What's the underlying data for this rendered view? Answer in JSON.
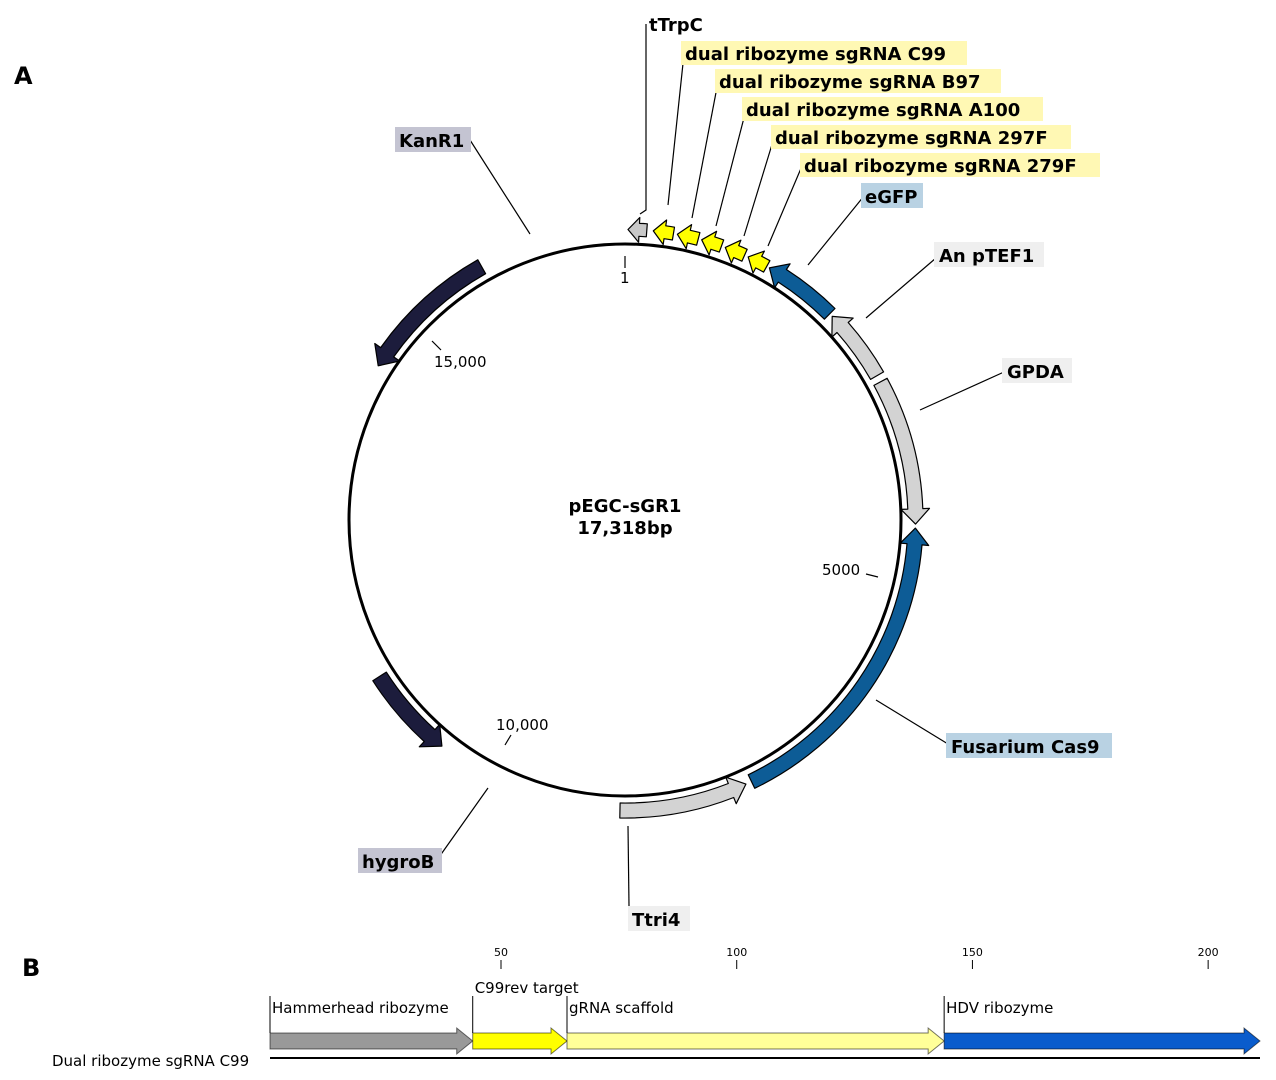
{
  "panel_a": {
    "letter": "A"
  },
  "panel_b": {
    "letter": "B"
  },
  "plasmid": {
    "name": "pEGC-sGR1",
    "size_label": "17,318bp",
    "length_bp": 17318,
    "ticks": [
      {
        "pos": 1,
        "label": "1"
      },
      {
        "pos": 5000,
        "label": "5000"
      },
      {
        "pos": 10000,
        "label": "10,000"
      },
      {
        "pos": 15000,
        "label": "15,000"
      }
    ],
    "features": [
      {
        "id": "tTrpC",
        "label": "tTrpC",
        "color": "#c8c8c8",
        "label_bg": "",
        "label_bold": true
      },
      {
        "id": "sgC99",
        "label": "dual ribozyme sgRNA C99",
        "color": "#ffff00",
        "label_bg": "#fff8b4"
      },
      {
        "id": "sgB97",
        "label": "dual ribozyme sgRNA B97",
        "color": "#ffff00",
        "label_bg": "#fff8b4"
      },
      {
        "id": "sgA100",
        "label": "dual ribozyme sgRNA A100",
        "color": "#ffff00",
        "label_bg": "#fff8b4"
      },
      {
        "id": "sg297F",
        "label": "dual ribozyme sgRNA 297F",
        "color": "#ffff00",
        "label_bg": "#fff8b4"
      },
      {
        "id": "sg279F",
        "label": "dual ribozyme sgRNA 279F",
        "color": "#ffff00",
        "label_bg": "#fff8b4"
      },
      {
        "id": "eGFP",
        "label": "eGFP",
        "color": "#0d5c96",
        "label_bg": "#b9d2e3"
      },
      {
        "id": "pTEF1",
        "label": "An pTEF1",
        "color": "#d3d3d3",
        "label_bg": "#efefef"
      },
      {
        "id": "GPDA",
        "label": "GPDA",
        "color": "#d3d3d3",
        "label_bg": "#efefef"
      },
      {
        "id": "Cas9",
        "label": "Fusarium Cas9",
        "color": "#0d5c96",
        "label_bg": "#b9d2e3"
      },
      {
        "id": "Ttri4",
        "label": "Ttri4",
        "color": "#d3d3d3",
        "label_bg": "#efefef"
      },
      {
        "id": "hygroB",
        "label": "hygroB",
        "color": "#1c1c3c",
        "label_bg": "#c4c4d2"
      },
      {
        "id": "KanR1",
        "label": "KanR1",
        "color": "#1c1c3c",
        "label_bg": "#c4c4d2"
      }
    ]
  },
  "linear_map": {
    "name": "Dual ribozyme sgRNA C99",
    "scale": {
      "min": 1,
      "max": 211
    },
    "ticks": [
      {
        "value": 50,
        "label": "50"
      },
      {
        "value": 100,
        "label": "100"
      },
      {
        "value": 150,
        "label": "150"
      },
      {
        "value": 200,
        "label": "200"
      }
    ],
    "features": [
      {
        "id": "hh",
        "label": "Hammerhead ribozyme",
        "start": 1,
        "end": 44,
        "color": "#999999"
      },
      {
        "id": "c99",
        "label": "C99rev target",
        "start": 44,
        "end": 64,
        "color": "#ffff00"
      },
      {
        "id": "scaffold",
        "label": "gRNA scaffold",
        "start": 64,
        "end": 144,
        "color": "#ffff99"
      },
      {
        "id": "hdv",
        "label": "HDV ribozyme",
        "start": 144,
        "end": 211,
        "color": "#0a5ccc"
      }
    ]
  }
}
